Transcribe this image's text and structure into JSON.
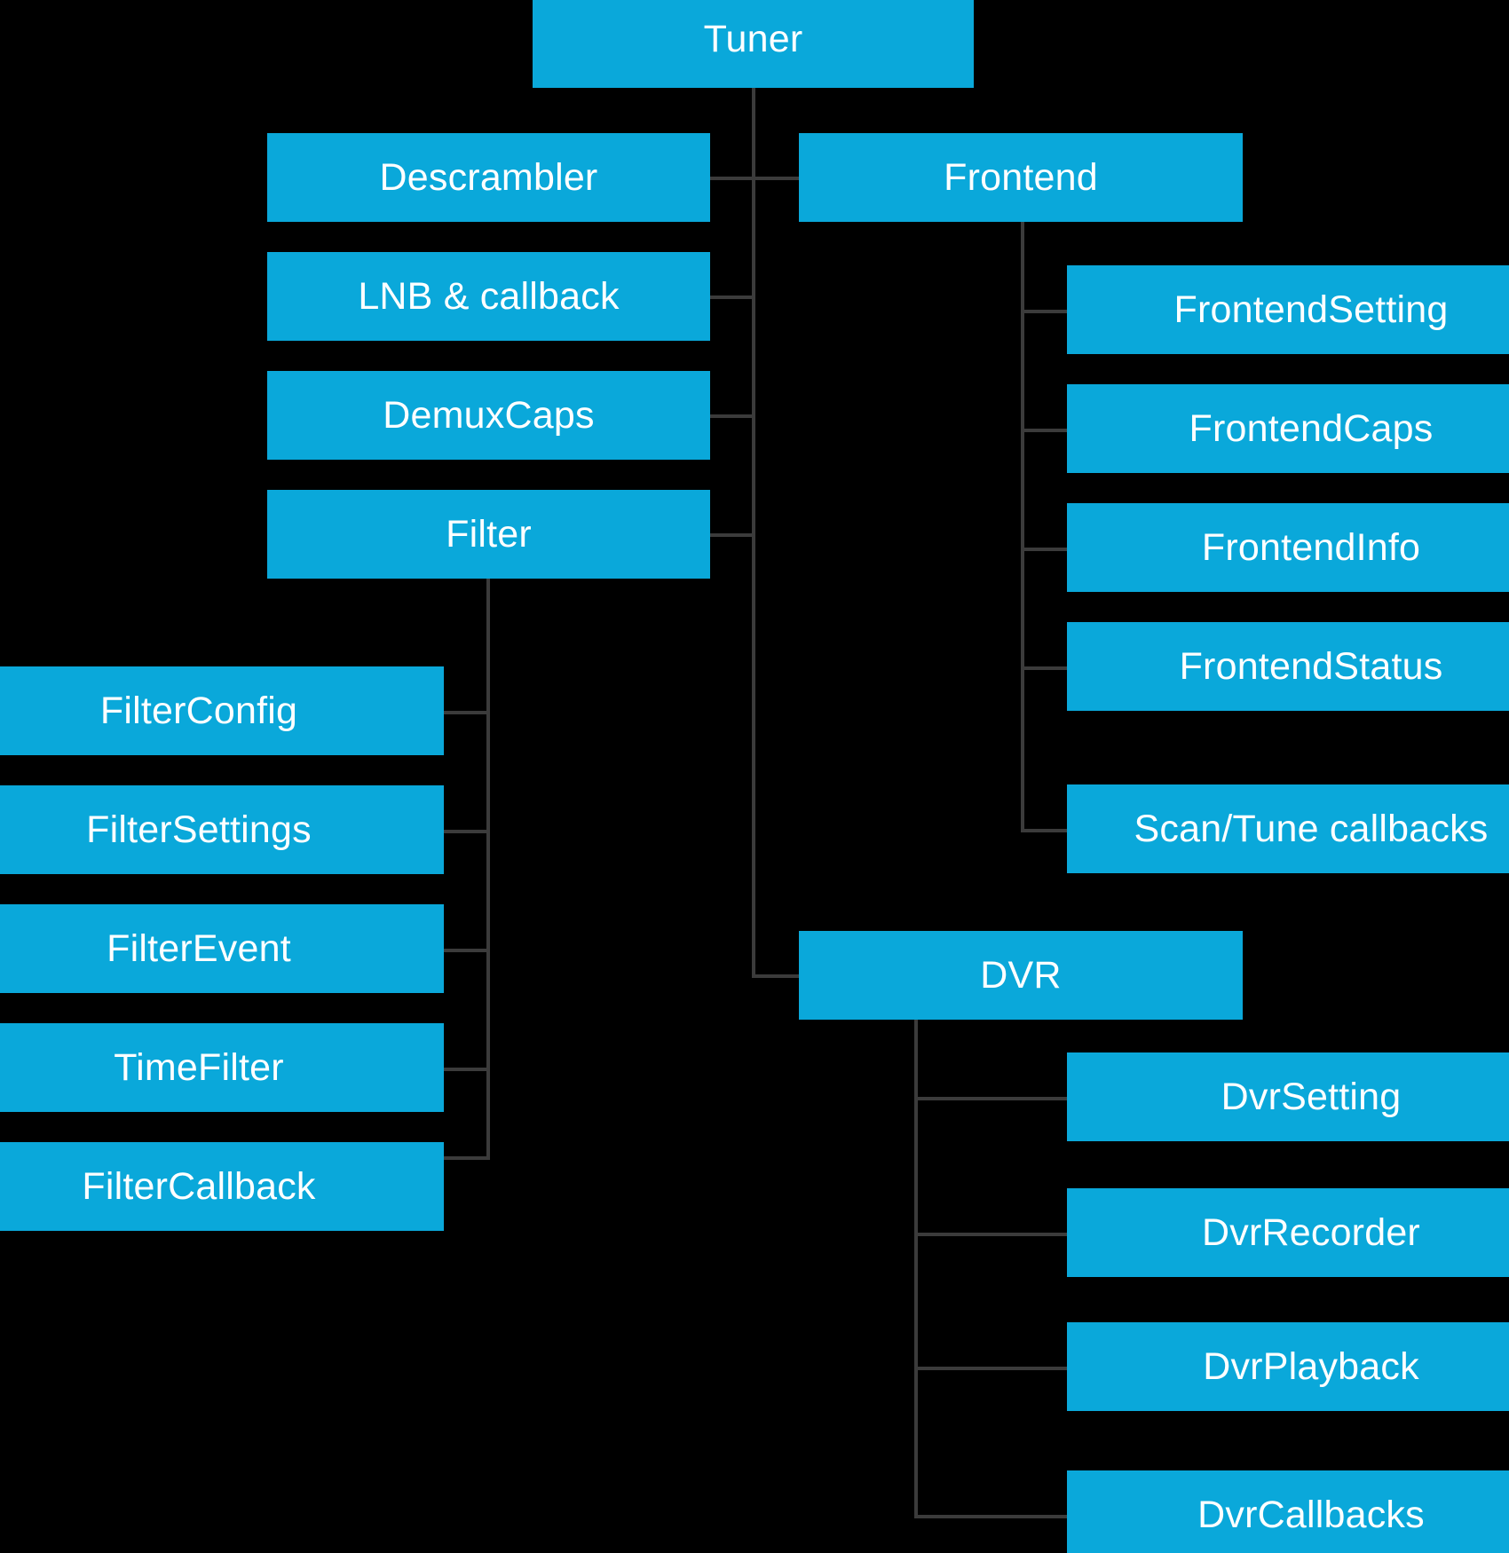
{
  "diagram": {
    "type": "tree",
    "title": "Tuner",
    "background_color": "#000000",
    "node_color": "#0aa8da",
    "node_text_color": "#ffffff",
    "connector_color": "#3b3b3b",
    "root": {
      "label": "Tuner"
    },
    "nodes": [
      {
        "id": "tuner",
        "label": "Tuner",
        "level": 0,
        "group": "root"
      },
      {
        "id": "descrambler",
        "label": "Descrambler",
        "level": 1,
        "group": "tuner-left"
      },
      {
        "id": "lnb",
        "label": "LNB & callback",
        "level": 1,
        "group": "tuner-left"
      },
      {
        "id": "demuxcaps",
        "label": "DemuxCaps",
        "level": 1,
        "group": "tuner-left"
      },
      {
        "id": "filter",
        "label": "Filter",
        "level": 1,
        "group": "tuner-left"
      },
      {
        "id": "frontend",
        "label": "Frontend",
        "level": 1,
        "group": "tuner-right"
      },
      {
        "id": "dvr",
        "label": "DVR",
        "level": 1,
        "group": "tuner-right"
      },
      {
        "id": "filterconfig",
        "label": "FilterConfig",
        "level": 2,
        "group": "filter"
      },
      {
        "id": "filtersettings",
        "label": "FilterSettings",
        "level": 2,
        "group": "filter"
      },
      {
        "id": "filterevent",
        "label": "FilterEvent",
        "level": 2,
        "group": "filter"
      },
      {
        "id": "timefilter",
        "label": "TimeFilter",
        "level": 2,
        "group": "filter"
      },
      {
        "id": "filtercallback",
        "label": "FilterCallback",
        "level": 2,
        "group": "filter"
      },
      {
        "id": "frontendsetting",
        "label": "FrontendSetting",
        "level": 2,
        "group": "frontend"
      },
      {
        "id": "frontendcaps",
        "label": "FrontendCaps",
        "level": 2,
        "group": "frontend"
      },
      {
        "id": "frontendinfo",
        "label": "FrontendInfo",
        "level": 2,
        "group": "frontend"
      },
      {
        "id": "frontendstatus",
        "label": "FrontendStatus",
        "level": 2,
        "group": "frontend"
      },
      {
        "id": "scantunecallbacks",
        "label": "Scan/Tune callbacks",
        "level": 2,
        "group": "frontend"
      },
      {
        "id": "dvrsetting",
        "label": "DvrSetting",
        "level": 2,
        "group": "dvr"
      },
      {
        "id": "dvrrecorder",
        "label": "DvrRecorder",
        "level": 2,
        "group": "dvr"
      },
      {
        "id": "dvrplayback",
        "label": "DvrPlayback",
        "level": 2,
        "group": "dvr"
      },
      {
        "id": "dvrcallbacks",
        "label": "DvrCallbacks",
        "level": 2,
        "group": "dvr"
      }
    ]
  }
}
